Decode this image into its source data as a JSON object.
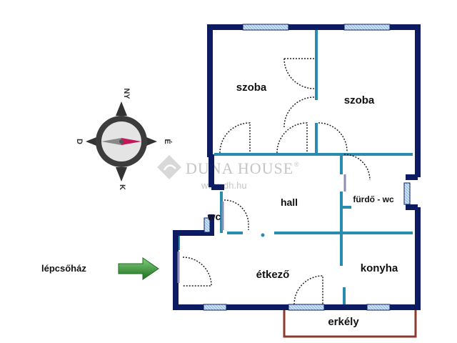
{
  "rooms": {
    "szoba_left": "szoba",
    "szoba_right": "szoba",
    "hall": "hall",
    "furdo_wc": "fürdő - wc",
    "wc": "wc",
    "etkezo": "étkező",
    "konyha": "konyha",
    "erkely": "erkély"
  },
  "entrance_label": "lépcsőház",
  "compass": {
    "north": "NY",
    "east": "É",
    "south": "K",
    "west": "D"
  },
  "watermark": {
    "brand": "DUNA HOUSE",
    "mark": "®",
    "url": "www.dh.hu"
  },
  "colors": {
    "wall": "#0d1b63",
    "partition": "#2a8bb0",
    "balcony": "#8b3a2e",
    "arrow": "#2e8b2e"
  }
}
